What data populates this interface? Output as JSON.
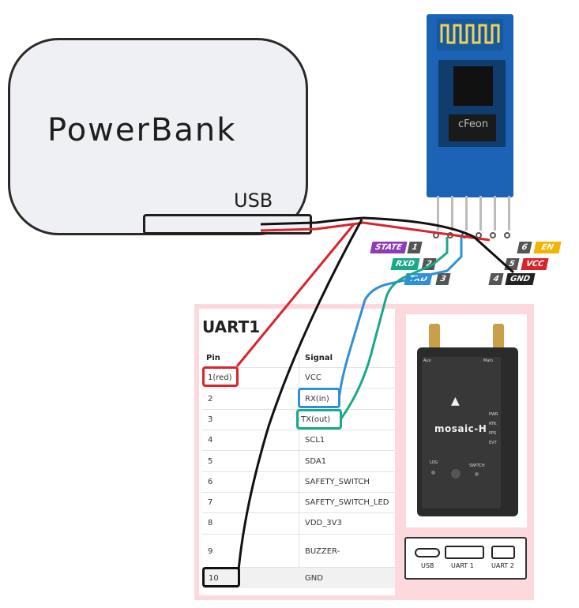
{
  "powerbank": {
    "label": "PowerBank",
    "port_label": "USB"
  },
  "bt_module": {
    "logo": "cFeon"
  },
  "bt_pins": [
    {
      "num": "1",
      "name": "STATE",
      "color": "#8e3bb5"
    },
    {
      "num": "2",
      "name": "RXD",
      "color": "#1aa88a"
    },
    {
      "num": "3",
      "name": "TXD",
      "color": "#2f8fd8"
    },
    {
      "num": "4",
      "name": "GND",
      "color": "#222222"
    },
    {
      "num": "5",
      "name": "VCC",
      "color": "#d8242b"
    },
    {
      "num": "6",
      "name": "EN",
      "color": "#f2b400"
    }
  ],
  "uart": {
    "title": "UART1",
    "headers": {
      "pin": "Pin",
      "signal": "Signal"
    },
    "rows": [
      {
        "pin": "1(red)",
        "signal": "VCC"
      },
      {
        "pin": "2",
        "signal": "RX(in)"
      },
      {
        "pin": "3",
        "signal": "TX(out)"
      },
      {
        "pin": "4",
        "signal": "SCL1"
      },
      {
        "pin": "5",
        "signal": "SDA1"
      },
      {
        "pin": "6",
        "signal": "SAFETY_SWITCH"
      },
      {
        "pin": "7",
        "signal": "SAFETY_SWITCH_LED"
      },
      {
        "pin": "8",
        "signal": "VDD_3V3"
      },
      {
        "pin": "9",
        "signal": "BUZZER-"
      },
      {
        "pin": "10",
        "signal": "GND"
      }
    ]
  },
  "device": {
    "brand": "mosaic-H",
    "antenna_left": "Aux",
    "antenna_right": "Main",
    "side_labels": [
      "PWR",
      "RTK",
      "PPS",
      "EVT"
    ],
    "button_left": "LOG",
    "button_right": "SWITCH",
    "connectors": [
      "USB",
      "UART 1",
      "UART 2"
    ]
  },
  "wire_colors": {
    "red": "#d8242b",
    "black": "#111111",
    "blue": "#2f8fd8",
    "green": "#1aa88a"
  }
}
